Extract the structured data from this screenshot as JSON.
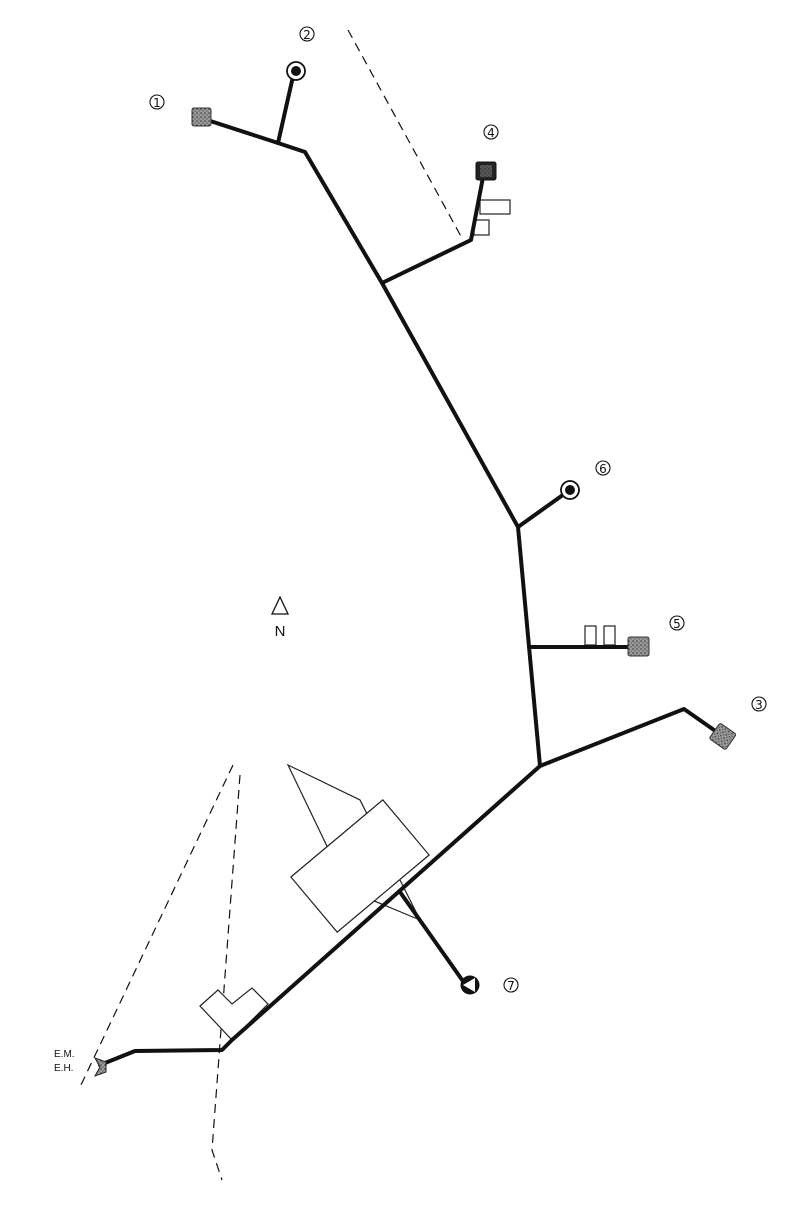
{
  "map": {
    "north_label": "N",
    "em_label": "E.M.",
    "eh_label": "E.H.",
    "markers": [
      {
        "id": "1",
        "number": "1",
        "symbol": "stippled-square-icon"
      },
      {
        "id": "2",
        "number": "2",
        "symbol": "ringed-dot-icon"
      },
      {
        "id": "3",
        "number": "3",
        "symbol": "stippled-square-icon"
      },
      {
        "id": "4",
        "number": "4",
        "symbol": "dark-square-icon"
      },
      {
        "id": "5",
        "number": "5",
        "symbol": "stippled-square-icon"
      },
      {
        "id": "6",
        "number": "6",
        "symbol": "ringed-dot-icon"
      },
      {
        "id": "7",
        "number": "7",
        "symbol": "triangle-circle-icon"
      }
    ],
    "colors": {
      "line": "#111111",
      "stipple": "#8a8a8a",
      "background": "#ffffff"
    }
  }
}
